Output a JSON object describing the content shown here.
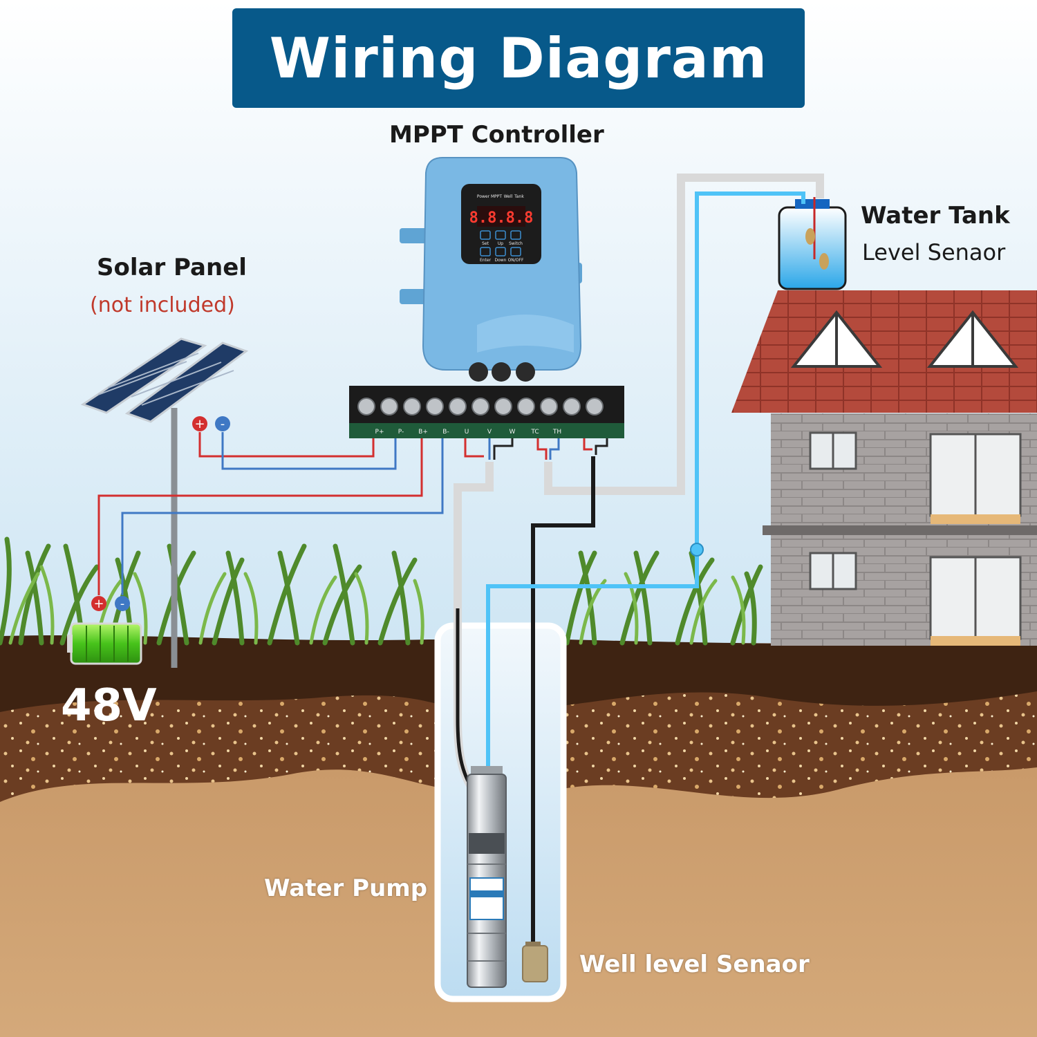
{
  "title": "Wiring Diagram",
  "labels": {
    "controller": "MPPT Controller",
    "solar_panel": "Solar Panel",
    "solar_note": "(not included)",
    "water_tank": "Water Tank",
    "tank_sensor": "Level Senaor",
    "battery_voltage": "48V",
    "pump": "Water Pump",
    "well_sensor": "Well level Senaor"
  },
  "terminals": [
    "P+",
    "P-",
    "B+",
    "B-",
    "U",
    "V",
    "W",
    "TC",
    "TH"
  ],
  "display": {
    "value": "8.8.8.8",
    "indicators": [
      "Power",
      "MPPT",
      "Well",
      "Tank"
    ],
    "buttons": [
      "Set",
      "Up",
      "Switch",
      "Enter",
      "Down",
      "ON/OFF"
    ]
  },
  "colors": {
    "title_bg": "#07598a",
    "controller": "#7ab8e4",
    "wire_positive": "#d32f2f",
    "wire_negative": "#3f78c4",
    "pipe": "#4fc3f7",
    "roof": "#b44a3c"
  }
}
